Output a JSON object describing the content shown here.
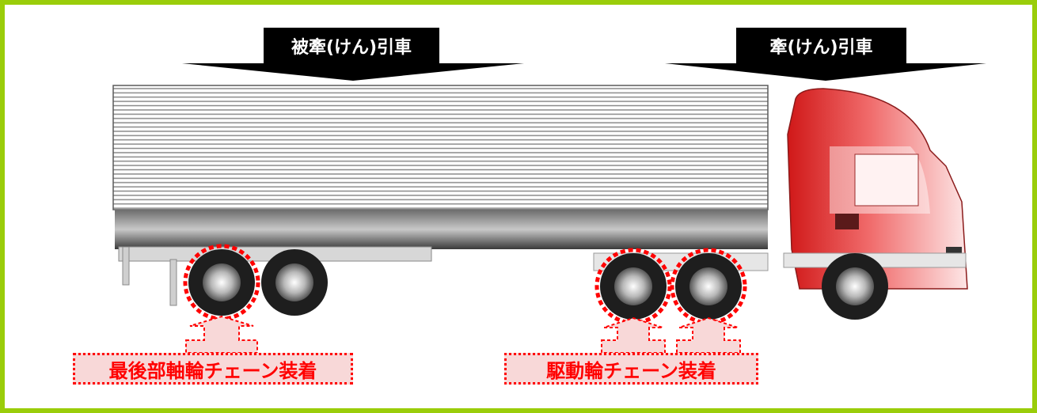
{
  "labels": {
    "trailer": "被牽(けん)引車",
    "tractor": "牽(けん)引車"
  },
  "callouts": {
    "rear_axle": "最後部軸輪チェーン装着",
    "drive_wheels": "駆動輪チェーン装着"
  },
  "colors": {
    "frame": "#9acd0a",
    "highlight": "#ff0000",
    "callout_fill": "#f8d8d8",
    "cab": "#e03030"
  }
}
